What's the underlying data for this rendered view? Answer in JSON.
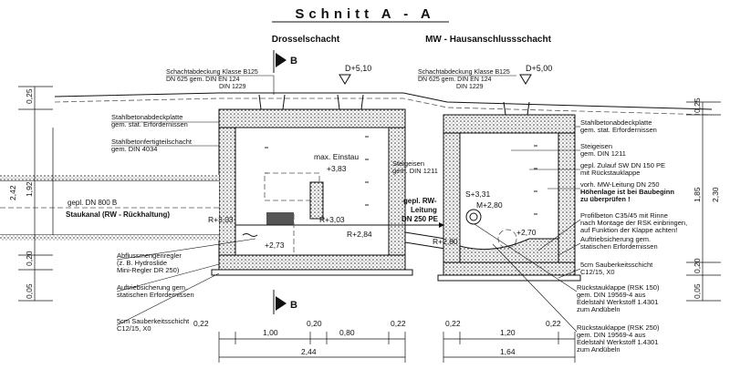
{
  "title": "Schnitt A - A",
  "subtitle_left": "Drosselschacht",
  "subtitle_right": "MW - Hausanschlussschacht",
  "section_marker": "B",
  "left_shaft": {
    "cover_label": [
      "Schachtabdeckung Klasse B125",
      "DN 625 gem. DIN EN 124",
      "DIN 1229"
    ],
    "top_level": "D+5,10",
    "notes": [
      [
        "Stahlbetonabdeckplatte",
        "gem. stat. Erfordernissen"
      ],
      [
        "Stahlbetonfertigteilschacht",
        "gem. DIN 4034"
      ]
    ],
    "max_level": [
      "max. Einstau",
      "+3,83"
    ],
    "steps": [
      "Steigeisen",
      "gem. DIN 1211"
    ],
    "inflow_pipe": [
      "gepl. DN 800 B",
      "Staukanal (RW - Rückhaltung)"
    ],
    "levels": [
      "R+3,03",
      "R+3,03",
      "+2,73",
      "R+2,84"
    ],
    "regulator": [
      "Abflussmengenregler",
      "(z. B. Hydroslide",
      "Mini-Regler DR 250)"
    ],
    "buoyancy": [
      "Auftriebsicherung gem.",
      "statischen Erfordernissen"
    ],
    "base": [
      "5cm Sauberkeitsschicht",
      "C12/15, X0"
    ]
  },
  "connector_pipe": [
    "gepl. RW-",
    "Leitung",
    "DN 250 PE"
  ],
  "right_shaft": {
    "cover_label": [
      "Schachtabdeckung Klasse B125",
      "DN 625 gem. DIN EN 124",
      "DIN 1229"
    ],
    "top_level": "D+5,00",
    "notes": [
      [
        "Stahlbetonabdeckplatte",
        "gem. stat. Erfordernissen"
      ],
      [
        "Steigeisen",
        "gem. DIN 1211"
      ],
      [
        "gepl. Zulauf SW DN 150 PE",
        "mit Rückstauklappe"
      ],
      [
        "vorh. MW-Leitung DN 250",
        "Höhenlage ist bei Baubeginn",
        "zu überprüfen !"
      ],
      [
        "Profilbeton C35/45 mit Rinne",
        "nach Montage der RSK einbringen,",
        "auf Funktion der Klappe achten!"
      ],
      [
        "Auftriebsicherung gem.",
        "statischen Erfordernissen"
      ],
      [
        "5cm Sauberkeitsschicht",
        "C12/15, X0"
      ]
    ],
    "levels": [
      "S+3,31",
      "M+2,80",
      "+2,70",
      "R+2,80"
    ],
    "rsk150": [
      "Rückstauklappe (RSK 150)",
      "gem. DIN 19569-4 aus",
      "Edelstahl Werkstoff 1.4301",
      "zum Andübeln"
    ],
    "rsk250": [
      "Rückstauklappe (RSK 250)",
      "gem. DIN 19569-4 aus",
      "Edelstahl Werkstoff 1.4301",
      "zum Andübeln"
    ]
  },
  "dims_left_vertical": [
    "0,25",
    "2,42",
    "1,92",
    "0,20",
    "0,05"
  ],
  "dims_right_vertical": [
    "0,25",
    "1,85",
    "2,30",
    "0,20",
    "0,05"
  ],
  "dims_bottom_left": [
    "0,22",
    "1,00",
    "0,20",
    "0,80",
    "0,22",
    "2,44"
  ],
  "dims_bottom_right": [
    "0,22",
    "1,20",
    "0,22",
    "1,64"
  ]
}
